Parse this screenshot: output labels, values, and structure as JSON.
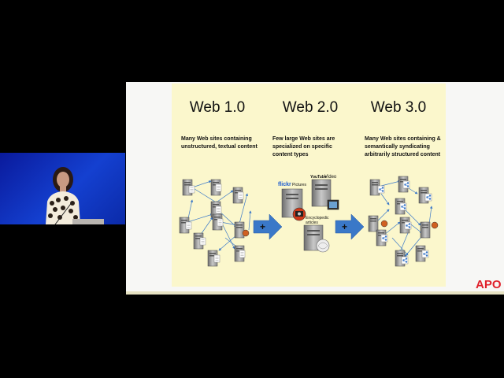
{
  "slide": {
    "columns": [
      {
        "heading": "Web 1.0",
        "description": "Many Web sites containing unstructured, textual content"
      },
      {
        "heading": "Web 2.0",
        "description": "Few large Web sites are specialized on specific content types"
      },
      {
        "heading": "Web 3.0",
        "description": "Many Web sites containing & semantically syndicating arbitrarily structured content"
      }
    ],
    "web2_labels": {
      "flickr": "flickr",
      "pictures": "Pictures",
      "youtube": "YouTube",
      "video": "Video",
      "encyclopedic": "Encyclopedic",
      "articles": "articles"
    },
    "plus_symbol": "+"
  },
  "logo": {
    "text": "APO",
    "color": "#e0202a"
  },
  "colors": {
    "arrow_blue": "#3a78c8",
    "slide_panel": "#fbf7cc",
    "stage_blue": "#1440d0"
  }
}
